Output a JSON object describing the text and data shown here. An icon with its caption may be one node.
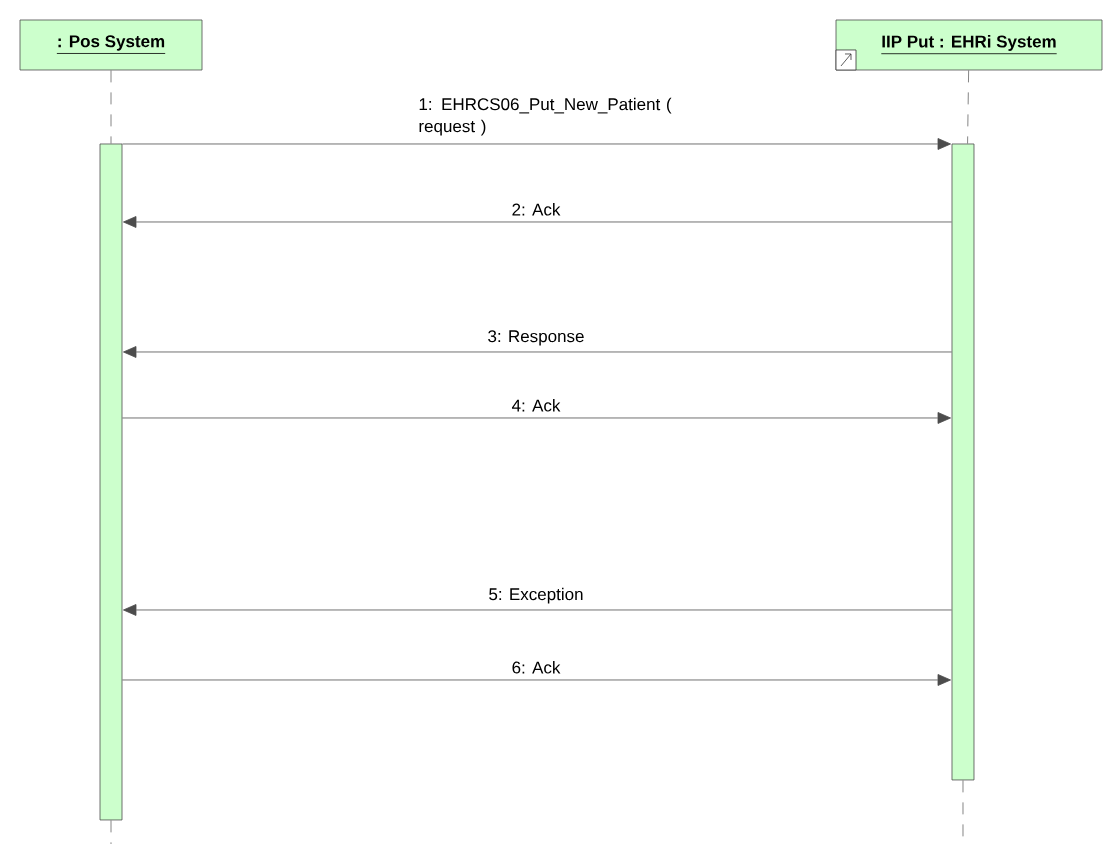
{
  "diagram": {
    "nodes": [
      {
        "text": [
          ": Pos System"
        ]
      },
      {
        "text": [
          "IIP Put : EHRi System"
        ]
      },
      {
        "text": [],
        "shape": "bar"
      },
      {
        "text": [],
        "shape": "bar"
      }
    ],
    "edges": [
      {
        "from": 0,
        "to": 2,
        "arrow": "none",
        "style": "dashed"
      },
      {
        "from": 1,
        "to": 3,
        "arrow": "none",
        "style": "dashed"
      },
      {
        "from": 2,
        "to": 3,
        "arrow": "to",
        "label": "1: EHRCS06_Put_New_Patient ( request )"
      },
      {
        "from": 3,
        "to": 2,
        "arrow": "to",
        "label": "2: Ack"
      },
      {
        "from": 3,
        "to": 2,
        "arrow": "to",
        "label": "3: Response"
      },
      {
        "from": 2,
        "to": 3,
        "arrow": "to",
        "label": "4: Ack"
      },
      {
        "from": 3,
        "to": 2,
        "arrow": "to",
        "label": "5: Exception"
      },
      {
        "from": 2,
        "to": 3,
        "arrow": "to",
        "label": "6: Ack"
      }
    ]
  }
}
